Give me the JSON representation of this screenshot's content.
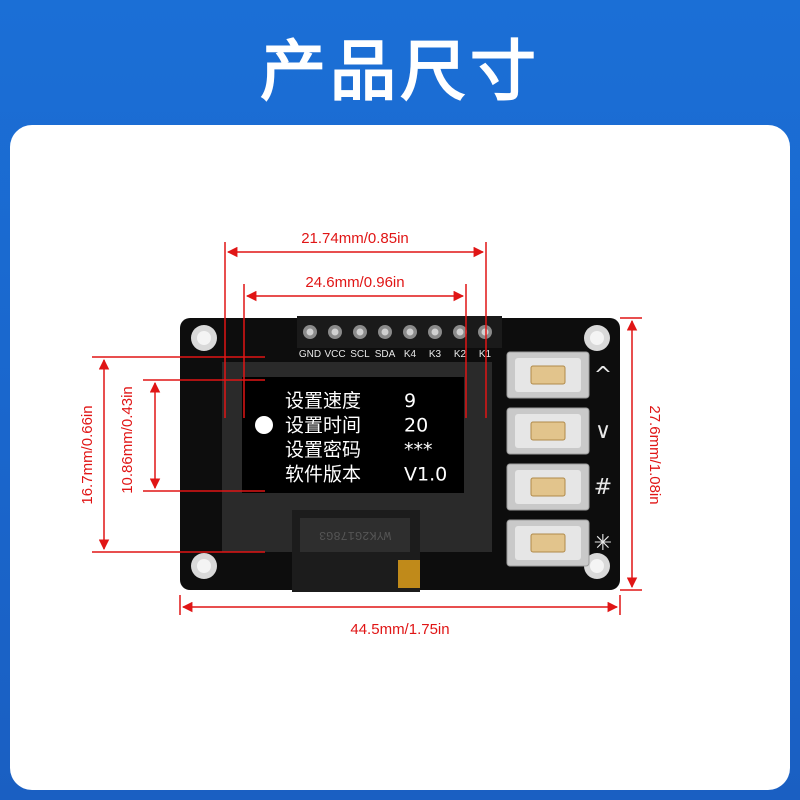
{
  "title": "产品尺寸",
  "dimensions": {
    "top_outer": "21.74mm/0.85in",
    "top_inner": "24.6mm/0.96in",
    "bottom": "44.5mm/1.75in",
    "left_outer": "16.7mm/0.66in",
    "left_inner": "10.86mm/0.43in",
    "right": "27.6mm/1.08in"
  },
  "pins": [
    "GND",
    "VCC",
    "SCL",
    "SDA",
    "K4",
    "K3",
    "K2",
    "K1"
  ],
  "oled_menu": [
    {
      "label": "设置速度",
      "value": "9"
    },
    {
      "label": "设置时间",
      "value": "20"
    },
    {
      "label": "设置密码",
      "value": "***"
    },
    {
      "label": "软件版本",
      "value": "V1.0"
    }
  ],
  "button_symbols": [
    "^",
    "∨",
    "#",
    "✳"
  ],
  "flex_marking": "WYK2G178G3",
  "colors": {
    "background": "#1b6fd6",
    "dimension": "#e01515",
    "pcb": "#0d0d0d"
  }
}
